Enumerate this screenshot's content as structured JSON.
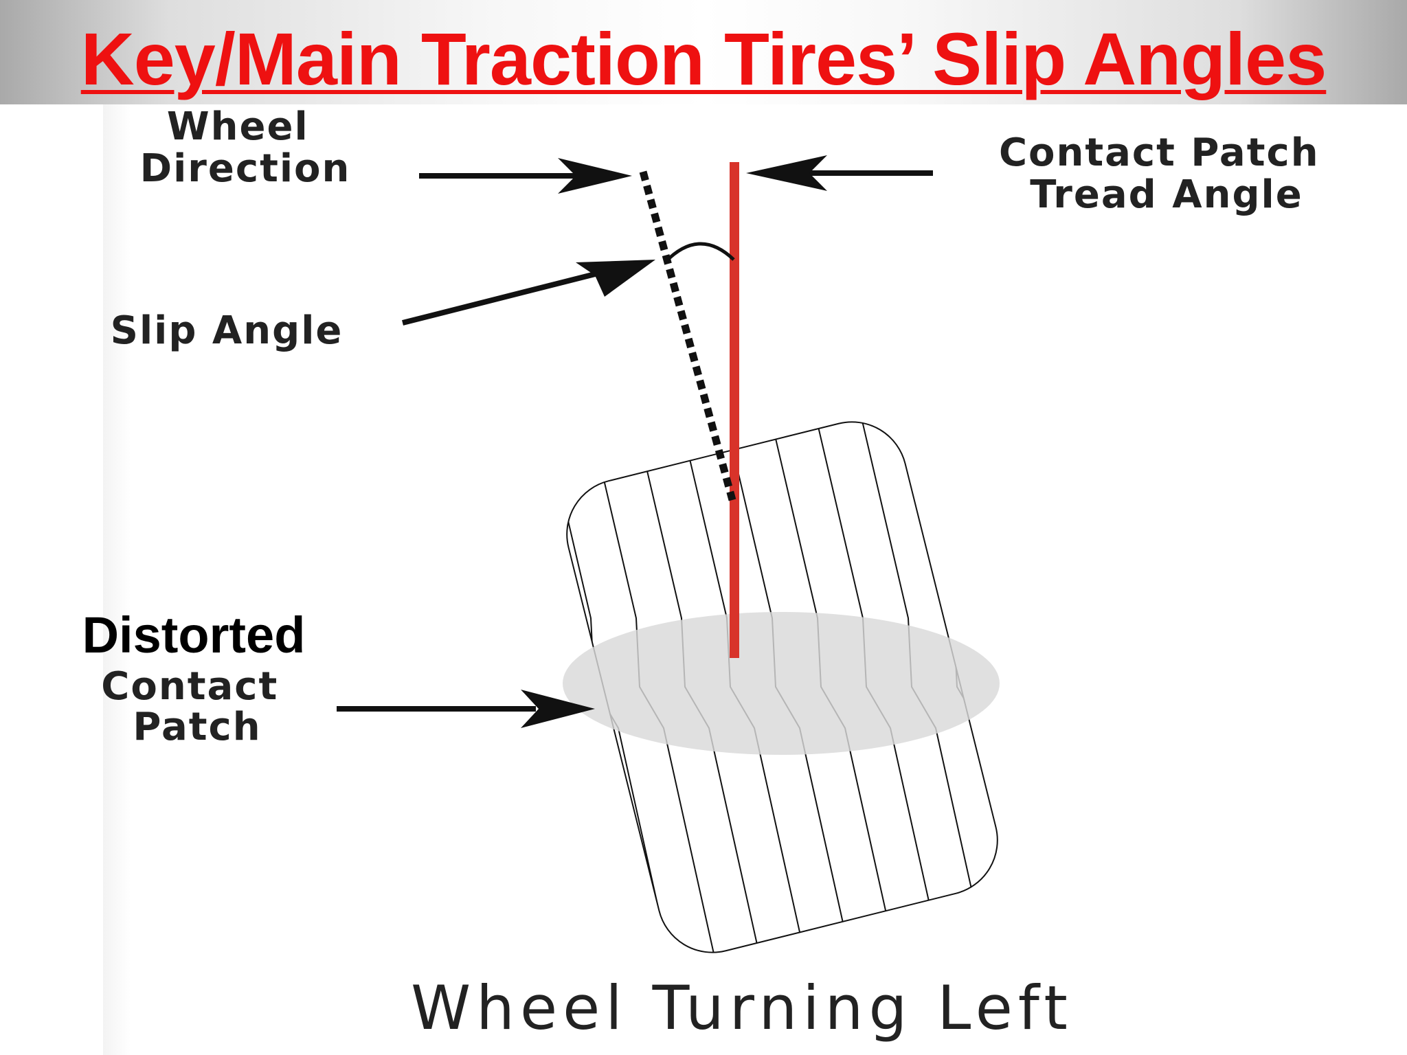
{
  "title": "Key/Main Traction Tires’ Slip Angles",
  "colors": {
    "title": "#ee1111",
    "tread_line": "#d8332a",
    "ink": "#222222",
    "patch": "#d9d9d9"
  },
  "labels": {
    "wheel_direction": [
      "Wheel",
      "Direction"
    ],
    "contact_patch_tread_angle": [
      "Contact Patch",
      "Tread Angle"
    ],
    "slip_angle": "Slip Angle",
    "distorted": "Distorted",
    "contact_patch": [
      "Contact",
      "Patch"
    ],
    "caption": "Wheel Turning Left"
  }
}
